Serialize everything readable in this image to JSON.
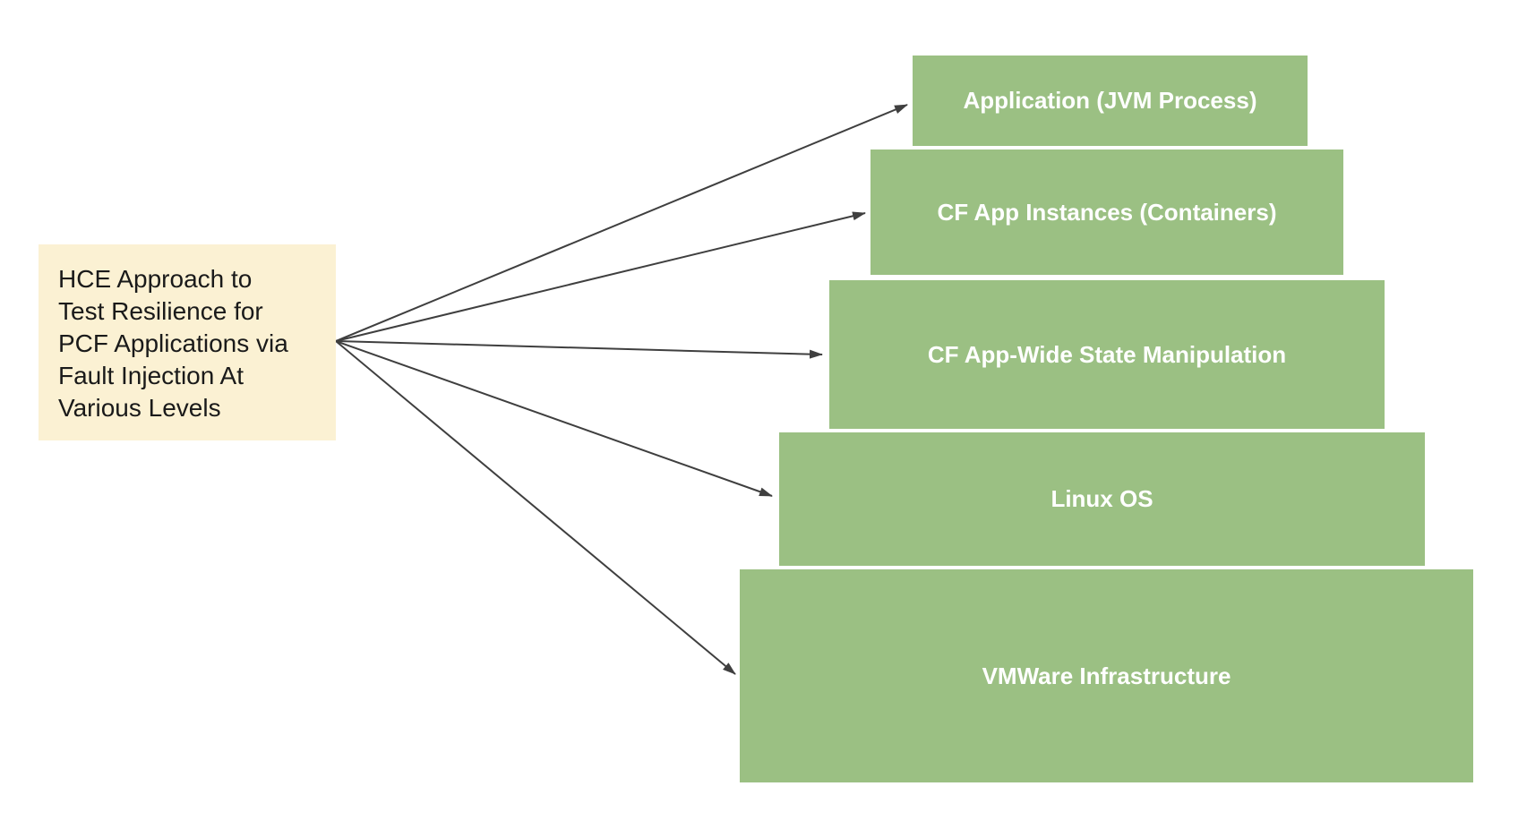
{
  "colors": {
    "background": "#FFFFFF",
    "box_green": "#9BC083",
    "note_yellow": "#FBF1D3",
    "arrow": "#3F3F3F",
    "box_text": "#FFFFFF",
    "note_text": "#1A1A1A"
  },
  "note": {
    "text": "HCE Approach to Test Resilience for PCF Applications via Fault Injection At Various Levels",
    "lines": [
      "HCE Approach to",
      "Test Resilience for",
      "PCF Applications via",
      "Fault Injection At",
      "Various Levels"
    ]
  },
  "levels": [
    {
      "label": "Application (JVM Process)"
    },
    {
      "label": "CF App Instances (Containers)"
    },
    {
      "label": "CF App-Wide State Manipulation"
    },
    {
      "label": "Linux OS"
    },
    {
      "label": "VMWare Infrastructure"
    }
  ],
  "connectors": [
    {
      "from": "HCE Approach note",
      "to": "Application (JVM Process)"
    },
    {
      "from": "HCE Approach note",
      "to": "CF App Instances (Containers)"
    },
    {
      "from": "HCE Approach note",
      "to": "CF App-Wide State Manipulation"
    },
    {
      "from": "HCE Approach note",
      "to": "Linux OS"
    },
    {
      "from": "HCE Approach note",
      "to": "VMWare Infrastructure"
    }
  ]
}
